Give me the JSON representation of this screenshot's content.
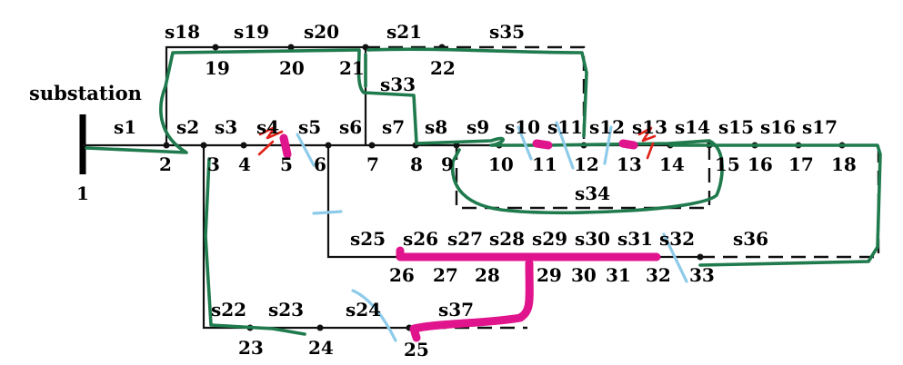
{
  "title": "substation",
  "source_node": "1",
  "bus_labels": [
    "2",
    "3",
    "4",
    "5",
    "6",
    "7",
    "8",
    "9",
    "10",
    "11",
    "12",
    "13",
    "14",
    "15",
    "16",
    "17",
    "18",
    "19",
    "20",
    "21",
    "22",
    "23",
    "24",
    "25",
    "26",
    "27",
    "28",
    "29",
    "30",
    "31",
    "32",
    "33"
  ],
  "switch_labels": [
    "s1",
    "s2",
    "s3",
    "s4",
    "s5",
    "s6",
    "s7",
    "s8",
    "s9",
    "s10",
    "s11",
    "s12",
    "s13",
    "s14",
    "s15",
    "s16",
    "s17",
    "s18",
    "s19",
    "s20",
    "s21",
    "s22",
    "s23",
    "s24",
    "s25",
    "s26",
    "s27",
    "s28",
    "s29",
    "s30",
    "s31",
    "s32",
    "s33",
    "s34",
    "s35",
    "s36",
    "s37"
  ],
  "annotation_colors": {
    "green": "#1f7a4d",
    "magenta": "#e0148c",
    "light_blue": "#8ecbea",
    "red": "#e0221a"
  }
}
